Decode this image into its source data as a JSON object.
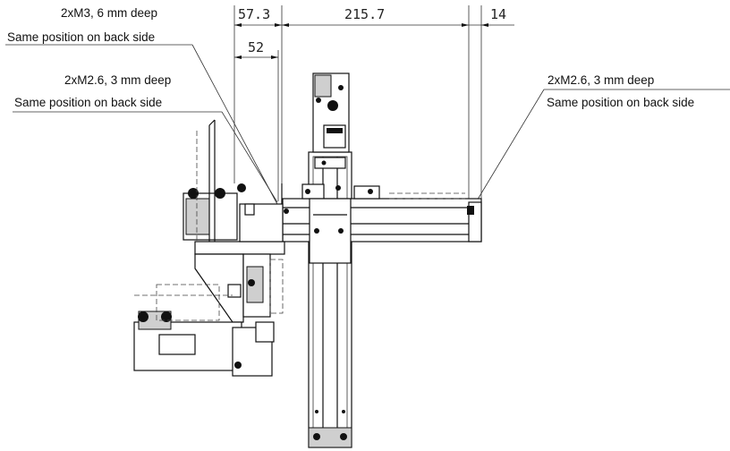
{
  "dimensions": {
    "d1": "57.3",
    "d2": "215.7",
    "d3": "14",
    "d4": "52"
  },
  "notes": {
    "m3_label": "2xM3, 6 mm deep",
    "m3_sub": "Same position on back side",
    "m26_left_label": "2xM2.6, 3 mm deep",
    "m26_left_sub": "Same position on back side",
    "m26_right_label": "2xM2.6, 3 mm deep",
    "m26_right_sub": "Same position on back side"
  }
}
